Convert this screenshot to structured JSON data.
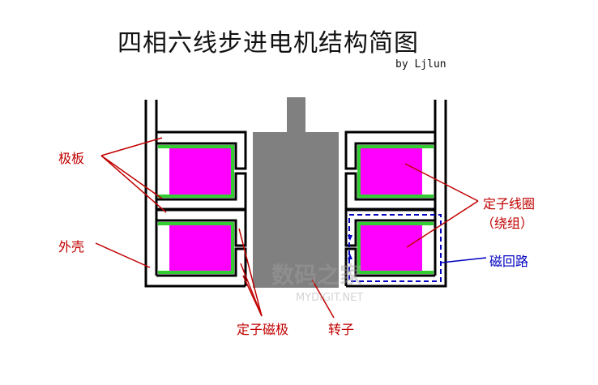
{
  "title": "四相六线步进电机结构简图",
  "author": "by Ljlun",
  "labels": {
    "pole_plate": "极板",
    "housing": "外壳",
    "stator_pole": "定子磁极",
    "rotor": "转子",
    "stator_coil": "定子线圈",
    "winding": "（绕组）",
    "magnetic_circuit": "磁回路"
  },
  "watermark": {
    "cn": "数码之家",
    "en": "MYDIGIT.NET"
  },
  "colors": {
    "coil": "#ff00ff",
    "insulation": "#33cc33",
    "rotor": "#808080",
    "label": "#c00000",
    "flux": "#0000c0"
  }
}
